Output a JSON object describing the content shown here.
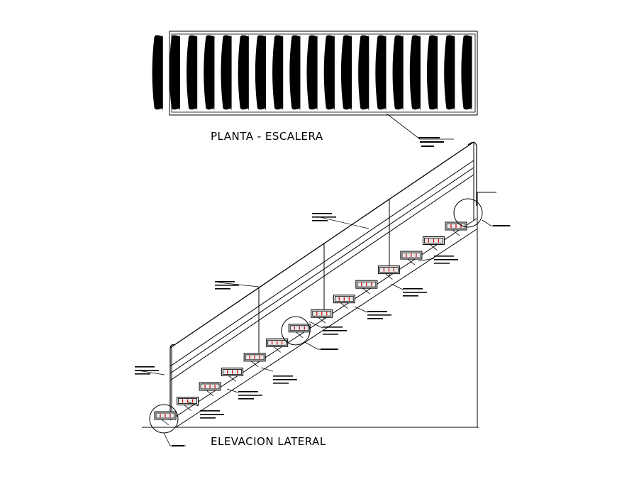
{
  "titles": {
    "plan": "PLANTA - ESCALERA",
    "elevation": "ELEVACION LATERAL"
  },
  "plan": {
    "step_count": 19
  },
  "elevation": {
    "step_count": 14,
    "post_count": 5,
    "rail_count": 4
  },
  "colors": {
    "line": "#000000",
    "step_fill": "#e8e8e8",
    "step_detail": "#d00000",
    "plan_fill": "#000000"
  }
}
